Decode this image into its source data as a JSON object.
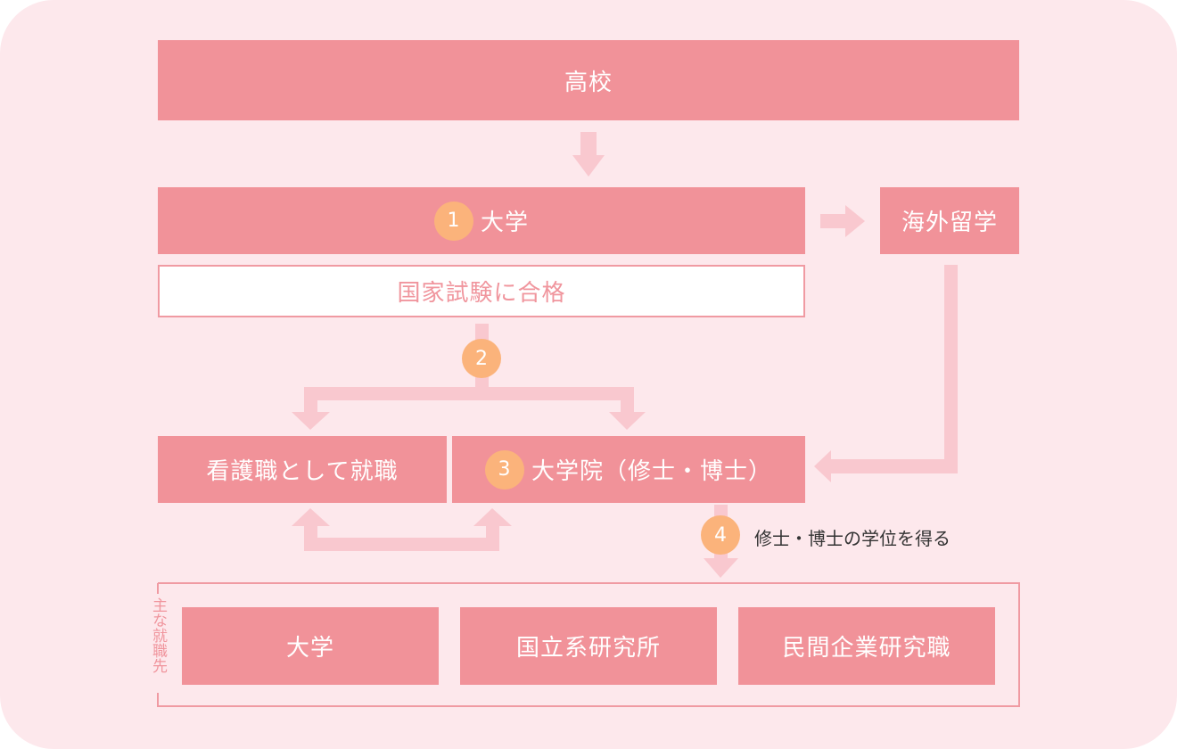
{
  "colors": {
    "background": "#fde8ec",
    "box_fill": "#f19299",
    "arrow": "#f9c8cf",
    "badge": "#fbb37b",
    "outline": "#f09aa2"
  },
  "nodes": {
    "high_school": "高校",
    "university": "大学",
    "study_abroad": "海外留学",
    "national_exam": "国家試験に合格",
    "nursing_job": "看護職として就職",
    "graduate_school": "大学院（修士・博士）"
  },
  "steps": {
    "s1": "1",
    "s2": "2",
    "s3": "3",
    "s4": "4"
  },
  "degree_note": "修士・博士の学位を得る",
  "careers": {
    "label": "主な就職先",
    "items": [
      "大学",
      "国立系研究所",
      "民間企業研究職"
    ]
  }
}
